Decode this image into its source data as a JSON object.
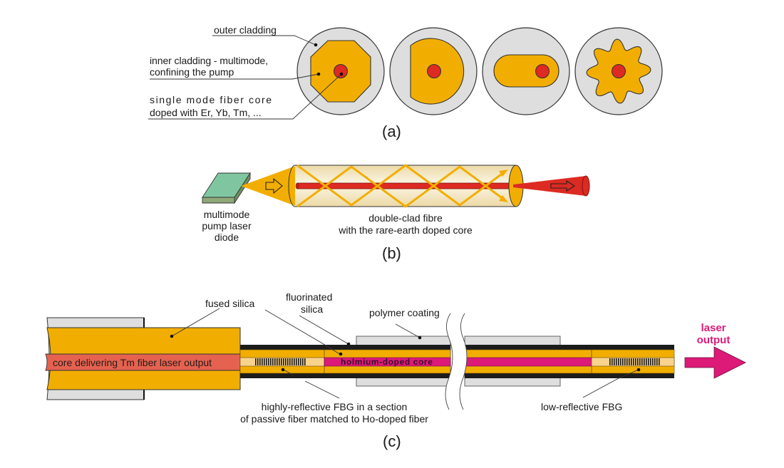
{
  "colors": {
    "outer_cladding": "#dedede",
    "inner_cladding": "#f2ae00",
    "core_red": "#dd2a22",
    "pump_diode_top": "#7fc6a0",
    "delivery_core": "#e4624f",
    "holmium_core": "#dd1a78",
    "fbg_section": "#f8d38e",
    "fluorinated_silica": "#1c1c1c",
    "polymer_coating": "#dcdcdc",
    "laser_output": "#dd1a78"
  },
  "panel_a": {
    "caption": "(a)",
    "labels": {
      "outer_cladding": "outer cladding",
      "inner_cladding_line1": "inner cladding - multimode,",
      "inner_cladding_line2": "confining the pump",
      "core_line1": "single mode fiber core",
      "core_line2": "doped with Er, Yb, Tm, ..."
    },
    "cross_sections": [
      "octagonal",
      "d-shaped",
      "rectangular-offset",
      "flower"
    ]
  },
  "panel_b": {
    "caption": "(b)",
    "labels": {
      "diode_line1": "multimode",
      "diode_line2": "pump laser",
      "diode_line3": "diode",
      "fibre_line1": "double-clad fibre",
      "fibre_line2": "with the rare-earth doped core"
    }
  },
  "panel_c": {
    "caption": "(c)",
    "labels": {
      "fused_silica": "fused silica",
      "fluorinated_line1": "fluorinated",
      "fluorinated_line2": "silica",
      "polymer_coating": "polymer coating",
      "delivery_core": "core delivering Tm fiber laser output",
      "holmium_core": "holmium-doped core",
      "hr_fbg_line1": "highly-reflective FBG in a section",
      "hr_fbg_line2": "of passive fiber matched to Ho-doped fiber",
      "lr_fbg": "low-reflective FBG",
      "output_line1": "laser",
      "output_line2": "output"
    }
  }
}
